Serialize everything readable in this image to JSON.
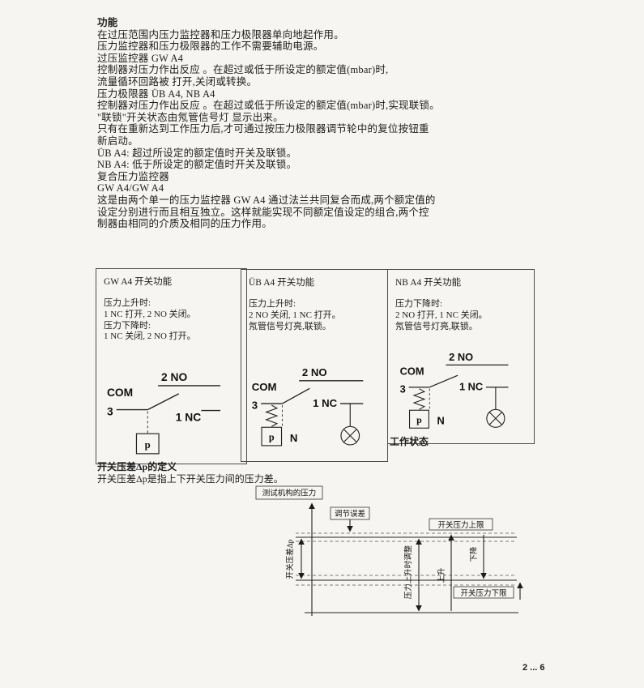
{
  "page": {
    "page_number": "2 ... 6"
  },
  "intro": {
    "lines": [
      "功能",
      "在过压范围内压力监控器和压力极限器单向地起作用。",
      "压力监控器和压力极限器的工作不需要辅助电源。",
      "过压监控器 GW A4",
      "控制器对压力作出反应 。在超过或低于所设定的额定值(mbar)时,",
      "流量循环回路被 打开,关闭或转换。",
      "压力极限器 ÜB A4, NB A4",
      "控制器对压力作出反应 。在超过或低于所设定的额定值(mbar)时,实现联锁。",
      "\"联锁\"开关状态由氖管信号灯 显示出来。",
      "只有在重新达到工作压力后,才可通过按压力极限器调节轮中的复位按钮重",
      "新启动。",
      "ÜB A4: 超过所设定的额定值时开关及联锁。",
      "NB A4: 低于所设定的额定值时开关及联锁。",
      "复合压力监控器",
      "GW A4/GW A4",
      "这是由两个单一的压力监控器 GW A4 通过法兰共同复合而成,两个额定值的",
      "设定分别进行而且相互独立。这样就能实现不同额定值设定的组合,两个控",
      "制器由相同的介质及相同的压力作用。"
    ]
  },
  "boxes": [
    {
      "title": "GW A4 开关功能",
      "desc": [
        "压力上升时:",
        "1 NC 打开, 2 NO 关闭。",
        "压力下降时:",
        "1 NC 关闭, 2 NO 打开。"
      ],
      "labels": {
        "com": "COM",
        "terminal": "3",
        "no": "2 NO",
        "nc": "1 NC",
        "p": "p"
      }
    },
    {
      "title": "ÜB A4 开关功能",
      "desc": [
        "压力上升时:",
        "2 NO 关闭, 1 NC 打开。",
        "氖管信号灯亮,联锁。"
      ],
      "labels": {
        "com": "COM",
        "terminal": "3",
        "no": "2 NO",
        "nc": "1 NC",
        "p": "p",
        "n": "N"
      }
    },
    {
      "title": "NB A4 开关功能",
      "desc": [
        "压力下降时:",
        "2 NO 打开, 1 NC 关闭。",
        "氖管信号灯亮,联锁。"
      ],
      "labels": {
        "com": "COM",
        "terminal": "3",
        "no": "2 NO",
        "nc": "1 NC",
        "p": "p",
        "n": "N"
      },
      "caption": "工作状态"
    }
  ],
  "differential": {
    "title": "开关压差Δp的定义",
    "subtitle": "开关压差Δp是指上下开关压力间的压力差。",
    "labels": {
      "axis": "测试机构的压力",
      "tolerance": "调节误差",
      "upper_limit": "开关压力上限",
      "dp": "开关压差Δp",
      "adjust": "压力上升时调整",
      "rising": "上升",
      "falling": "下降",
      "lower_limit": "开关压力下限"
    }
  }
}
